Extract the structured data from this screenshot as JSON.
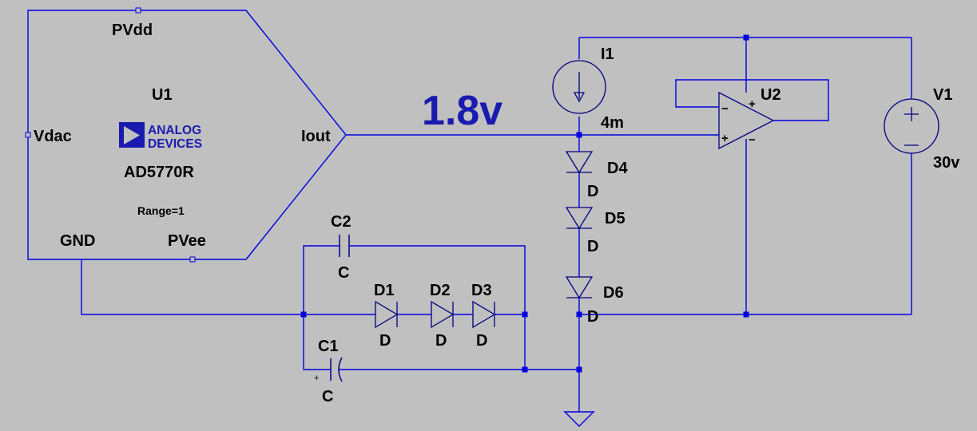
{
  "colors": {
    "background": "#c0c0c0",
    "wire": "#0000e0",
    "text": "#000000",
    "annotation": "#1a1ab0",
    "logo": "#1a1ab0"
  },
  "u1": {
    "ref": "U1",
    "part": "AD5770R",
    "param": "Range=1",
    "logo_line1": "ANALOG",
    "logo_line2": "DEVICES",
    "pins": {
      "pvdd": "PVdd",
      "vdac": "Vdac",
      "iout": "Iout",
      "gnd": "GND",
      "pvee": "PVee"
    }
  },
  "net_annotation": "1.8v",
  "i1": {
    "ref": "I1",
    "value": "4m"
  },
  "u2": {
    "ref": "U2",
    "minus": "−",
    "plus": "+"
  },
  "v1": {
    "ref": "V1",
    "value": "30v"
  },
  "diodes": [
    {
      "ref": "D1",
      "model": "D"
    },
    {
      "ref": "D2",
      "model": "D"
    },
    {
      "ref": "D3",
      "model": "D"
    },
    {
      "ref": "D4",
      "model": "D"
    },
    {
      "ref": "D5",
      "model": "D"
    },
    {
      "ref": "D6",
      "model": "D"
    }
  ],
  "caps": [
    {
      "ref": "C1",
      "value": "C",
      "polarity": "+"
    },
    {
      "ref": "C2",
      "value": "C"
    }
  ],
  "ground_icon": "ground-icon"
}
